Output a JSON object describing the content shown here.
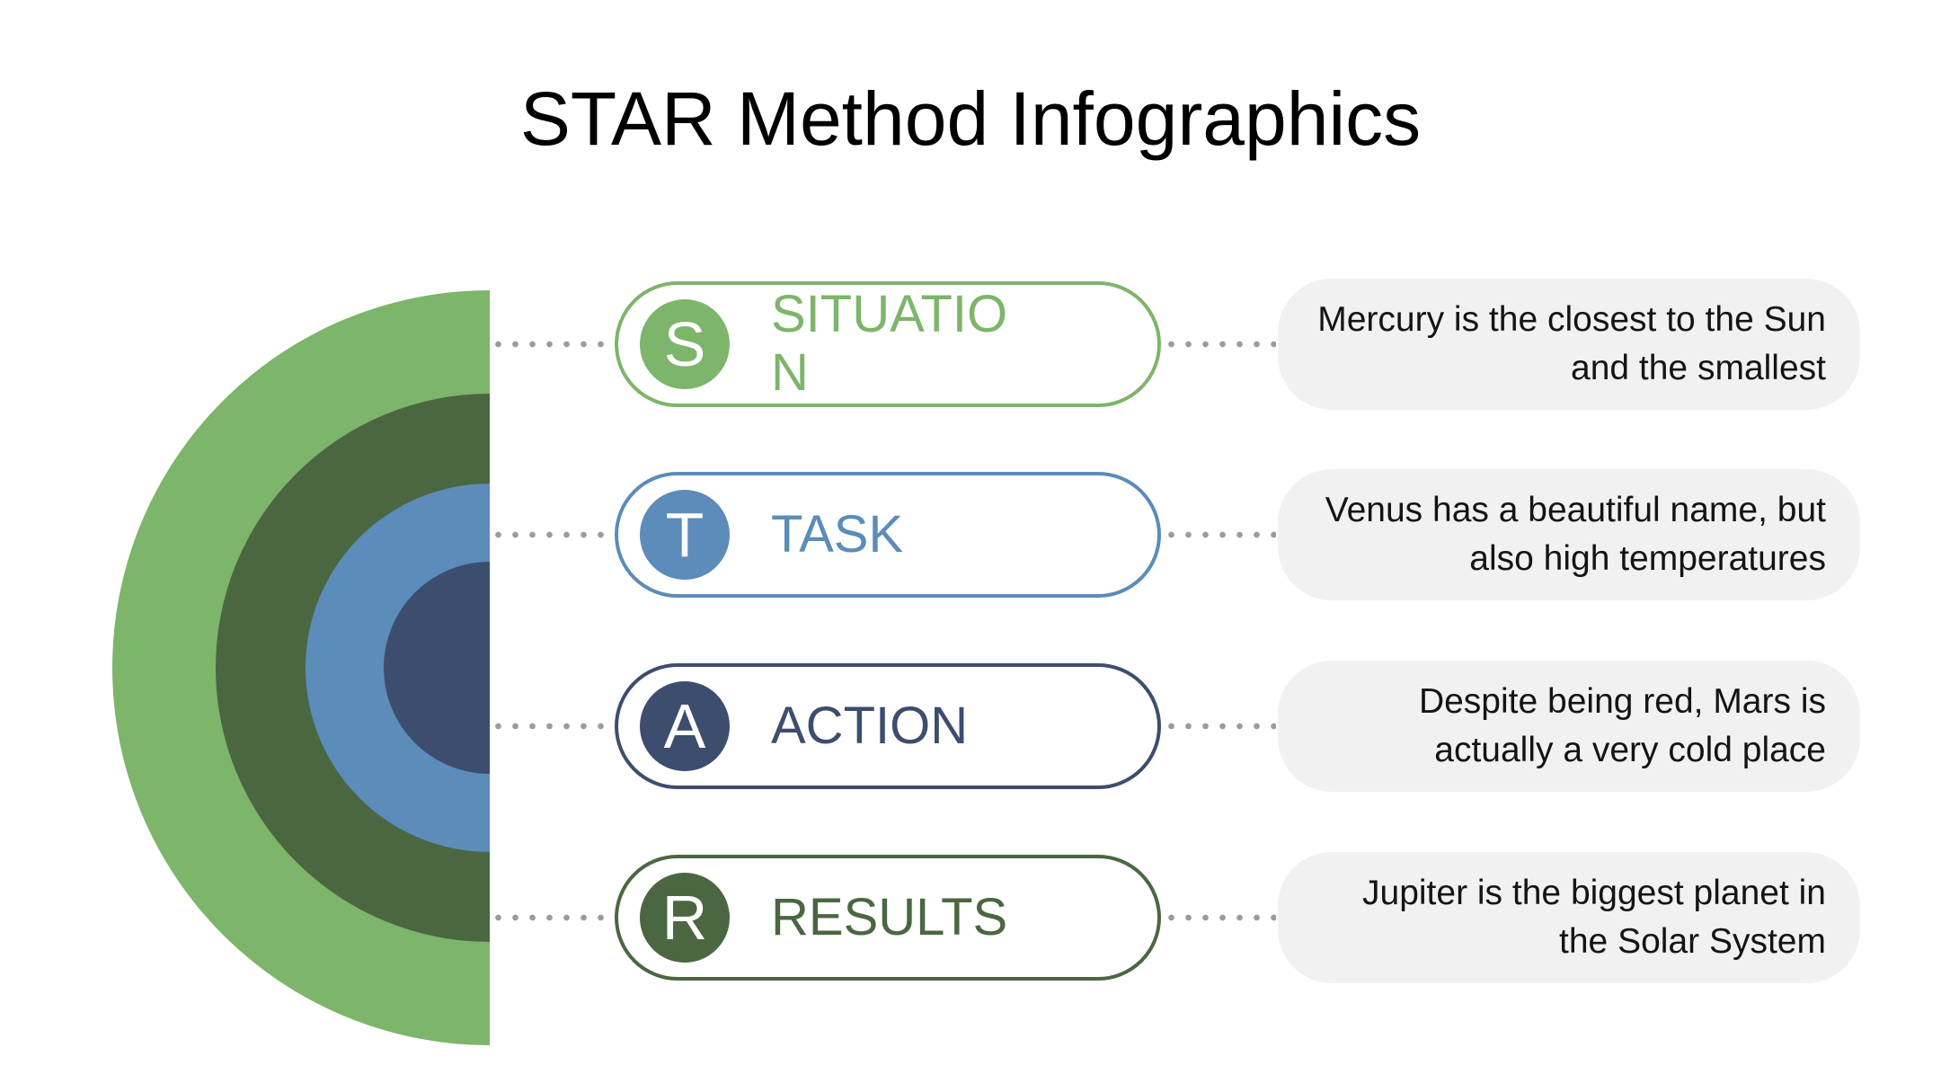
{
  "title": "STAR Method Infographics",
  "palette": {
    "background": "#ffffff",
    "green_light": "#7db56a",
    "green_dark": "#4a6741",
    "blue": "#5b8cba",
    "navy": "#3d4d6e",
    "card_bg": "#f1f1f1",
    "dot": "#9b9b9b",
    "text": "#141414"
  },
  "rings": [
    {
      "name": "outer-semicircle",
      "color": "#7db56a"
    },
    {
      "name": "second-semicircle",
      "color": "#4a6741"
    },
    {
      "name": "third-semicircle",
      "color": "#5b8cba"
    },
    {
      "name": "inner-semicircle",
      "color": "#3d4d6e"
    }
  ],
  "rows": [
    {
      "letter": "S",
      "label": "SITUATION",
      "color": "#7db56a",
      "description": "Mercury is the closest to the Sun and the smallest"
    },
    {
      "letter": "T",
      "label": "TASK",
      "color": "#5b8cba",
      "description": "Venus has a beautiful name, but also high temperatures"
    },
    {
      "letter": "A",
      "label": "ACTION",
      "color": "#3d4d6e",
      "description": "Despite being red, Mars is actually a very cold place"
    },
    {
      "letter": "R",
      "label": "RESULTS",
      "color": "#4a6741",
      "description": "Jupiter is the biggest planet in the Solar System"
    }
  ]
}
